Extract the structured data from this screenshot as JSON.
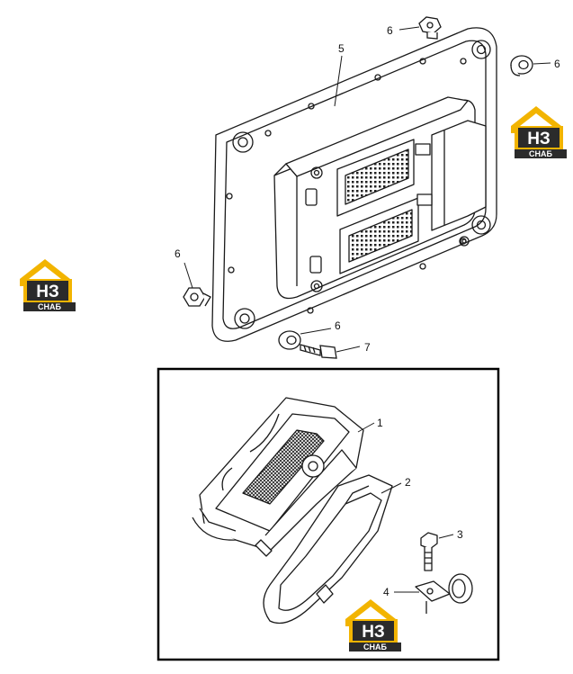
{
  "callouts": {
    "c1": "1",
    "c2": "2",
    "c3": "3",
    "c4": "4",
    "c5": "5",
    "c6_top": "6",
    "c6_right": "6",
    "c6_left": "6",
    "c6_lower": "6",
    "c7": "7"
  },
  "logo": {
    "letters": "НЗ",
    "word": "СНАБ",
    "colors": {
      "gold": "#f2b400",
      "dark": "#2b2b2b",
      "light": "#ffffff"
    }
  },
  "colors": {
    "line": "#1a1a1a",
    "frame": "#000000"
  }
}
